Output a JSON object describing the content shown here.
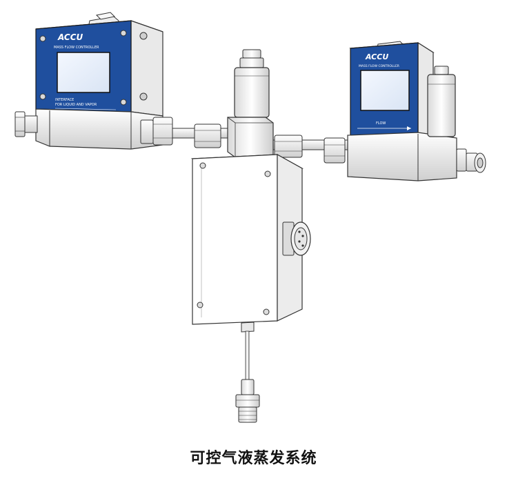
{
  "caption": "可控气液蒸发系统",
  "left_controller": {
    "brand": "ACCU",
    "model": "MASS FLOW CONTROLLER",
    "info_line1": "INTERFACE",
    "info_line2": "FOR LIQUID AND VAPOR"
  },
  "right_controller": {
    "brand": "ACCU",
    "model": "MASS FLOW CONTROLLER",
    "flow_label": "FLOW"
  },
  "colors": {
    "panel_blue": "#1f4f9e",
    "screen_blue": "#e8f0fb",
    "outline": "#2a2a2a",
    "metal": "#f4f4f4"
  }
}
